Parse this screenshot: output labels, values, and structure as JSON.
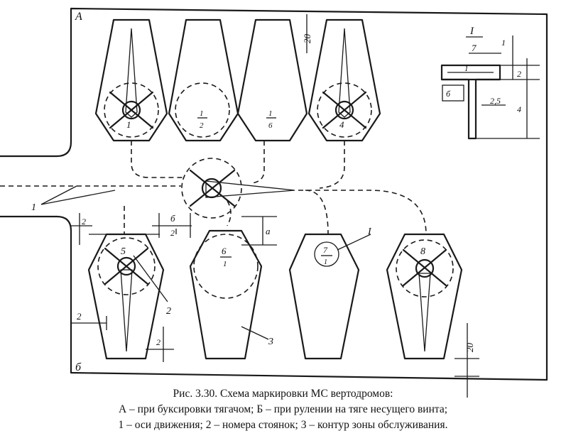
{
  "labels": {
    "zone_a": "А",
    "zone_b": "б",
    "callout_axes": "1",
    "callout_numbers": "2",
    "callout_contour": "3",
    "detail_ref": "I",
    "dim_a": "а",
    "dim_b": "б",
    "dim_2": "2",
    "dim_20": "20"
  },
  "stands": [
    {
      "id": "1",
      "number": "1"
    },
    {
      "id": "2",
      "number": "2"
    },
    {
      "id": "3",
      "number": "6"
    },
    {
      "id": "4",
      "number": "4"
    },
    {
      "id": "5",
      "number": "5"
    },
    {
      "id": "6",
      "number": "6"
    },
    {
      "id": "7",
      "number": "7"
    },
    {
      "id": "8",
      "number": "8"
    }
  ],
  "detail": {
    "title": "I",
    "dim_1": "1",
    "dim_2": "2",
    "dim_4": "4",
    "dim_7": "7",
    "dim_6": "б",
    "dim_25": "2,5"
  },
  "caption": {
    "title": "Рис. 3.30. Схема маркировки МС вертодромов:",
    "line1": "А – при буксировки тягачом; Б – при рулении на тяге несущего винта;",
    "line2": "1 – оси движения; 2 – номера стоянок; 3 – контур зоны обслуживания."
  }
}
